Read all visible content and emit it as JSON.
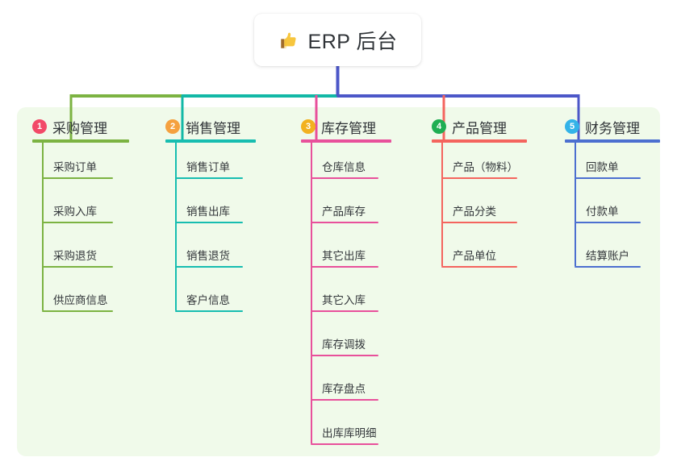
{
  "root": {
    "icon": "thumbs-up-icon",
    "title": "ERP 后台"
  },
  "panel": {
    "background_color": "#f0faea"
  },
  "connector": {
    "segment_colors": [
      "#7cb342",
      "#12b8a6",
      "#4c57c8"
    ],
    "drop_colors": [
      "#7cb342",
      "#12b8a6",
      "#e8509b",
      "#f4645e",
      "#4c57c8"
    ]
  },
  "columns": [
    {
      "number": "1",
      "badge_color": "#f24a68",
      "line_color": "#7cb342",
      "title": "采购管理",
      "items": [
        "采购订单",
        "采购入库",
        "采购退货",
        "供应商信息"
      ]
    },
    {
      "number": "2",
      "badge_color": "#f5a13f",
      "line_color": "#17bdb0",
      "title": "销售管理",
      "items": [
        "销售订单",
        "销售出库",
        "销售退货",
        "客户信息"
      ]
    },
    {
      "number": "3",
      "badge_color": "#f2b11f",
      "line_color": "#e8509b",
      "title": "库存管理",
      "items": [
        "仓库信息",
        "产品库存",
        "其它出库",
        "其它入库",
        "库存调拨",
        "库存盘点",
        "出库库明细"
      ]
    },
    {
      "number": "4",
      "badge_color": "#1fae52",
      "line_color": "#f4645e",
      "title": "产品管理",
      "items": [
        "产品（物料）",
        "产品分类",
        "产品单位"
      ]
    },
    {
      "number": "5",
      "badge_color": "#33b3e8",
      "line_color": "#4c6fd0",
      "title": "财务管理",
      "items": [
        "回款单",
        "付款单",
        "结算账户"
      ]
    }
  ]
}
